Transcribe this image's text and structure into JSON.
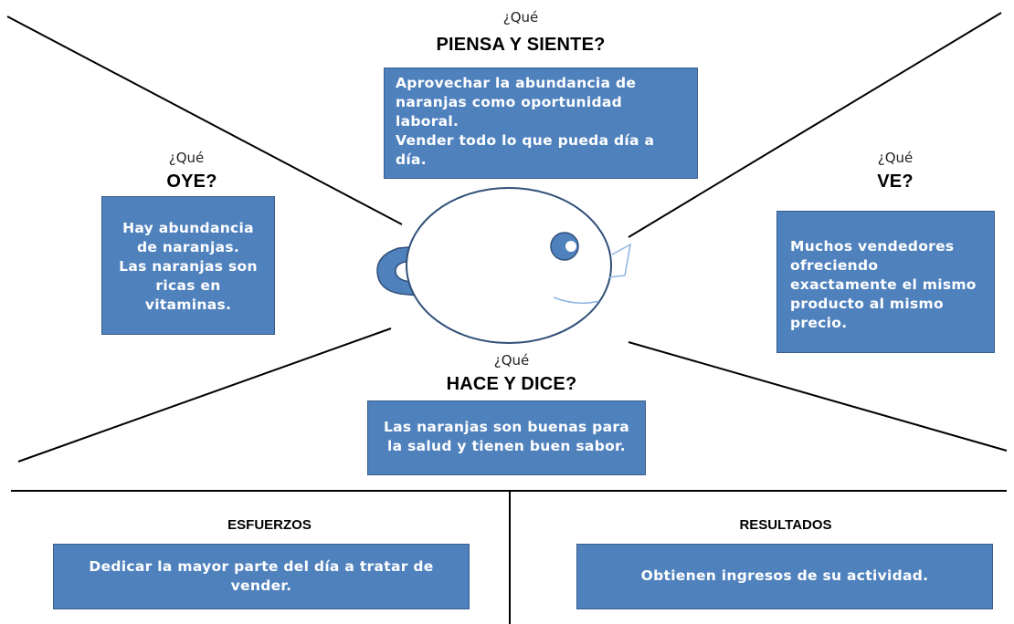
{
  "question_prefix": "¿Qué",
  "think": {
    "heading": "PIENSA Y SIENTE?",
    "lines": [
      "Aprovechar la abundancia de",
      "naranjas como oportunidad",
      "laboral.",
      "Vender todo lo que pueda día a",
      "día."
    ]
  },
  "hear": {
    "heading": "OYE?",
    "lines": [
      "Hay abundancia",
      "de naranjas.",
      "Las naranjas son",
      "ricas en",
      "vitaminas."
    ]
  },
  "see": {
    "heading": "VE?",
    "lines": [
      "Muchos vendedores",
      "ofreciendo",
      "exactamente el mismo",
      "producto al mismo",
      "precio."
    ]
  },
  "do": {
    "heading": "HACE Y DICE?",
    "lines": [
      "Las naranjas son buenas para",
      "la salud y tienen buen sabor."
    ]
  },
  "efforts": {
    "heading": "ESFUERZOS",
    "lines": [
      "Dedicar la mayor parte del día a tratar de",
      "vender."
    ]
  },
  "results": {
    "heading": "RESULTADOS",
    "lines": [
      "Obtienen ingresos de su actividad."
    ]
  },
  "colors": {
    "box_fill": "#4f81bd",
    "box_border": "#385d8a",
    "face_stroke": "#2f4f78",
    "ear_fill": "#4f81bd",
    "line": "#000000"
  }
}
